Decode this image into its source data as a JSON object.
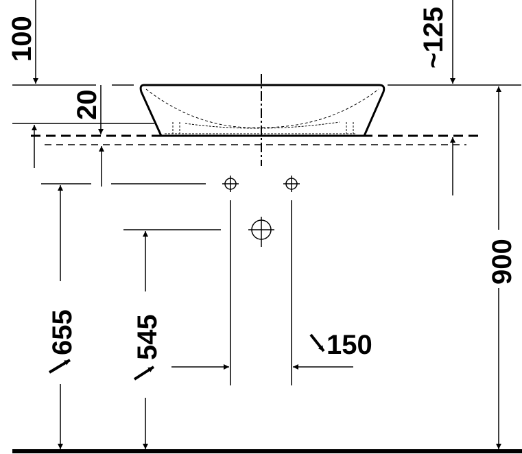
{
  "drawing": {
    "title": "Washbasin installation dimensions",
    "line_color": "#000000",
    "dimensions": {
      "top_offset": "100",
      "basin_base": "20",
      "overflow": "~125",
      "total_height": "900",
      "drain_height_left": "655",
      "waste_height": "545",
      "tap_spacing": "150"
    }
  }
}
